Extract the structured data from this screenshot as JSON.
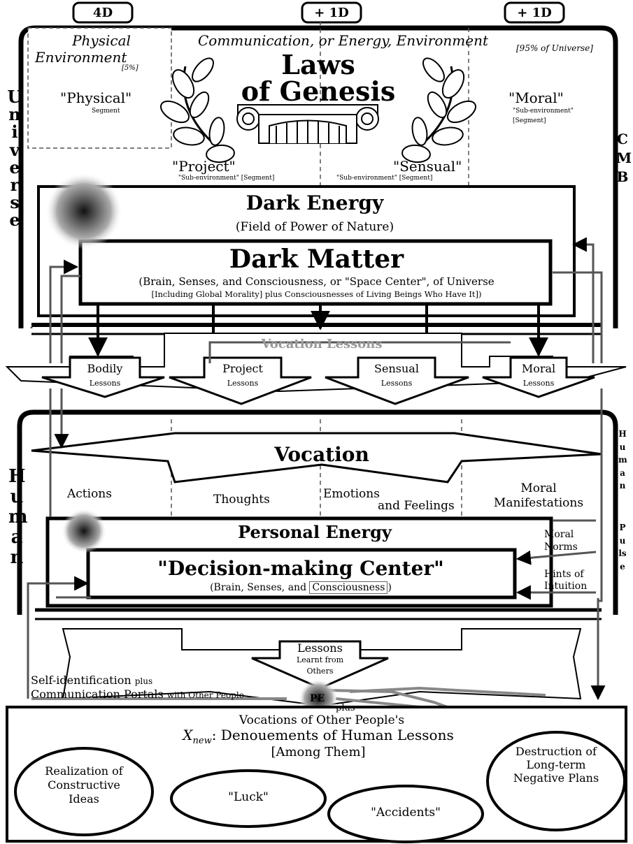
{
  "dimensions": [
    "4D",
    "+ 1D",
    "+ 1D"
  ],
  "physical_env": {
    "line1": "Physical",
    "line2": "Environment",
    "pct": "[5%]"
  },
  "comm_env": {
    "title": "Communication, or Energy, Environment",
    "pct": "[95% of Universe]"
  },
  "laws": {
    "line1": "Laws",
    "line2": "of Genesis"
  },
  "left_vertical": "Universe",
  "right_vertical_top": "CMB",
  "segments": {
    "physical": {
      "name": "\"Physical\"",
      "sub": "Segment"
    },
    "moral": {
      "name": "\"Moral\"",
      "sub1": "\"Sub-environment\"",
      "sub2": "[Segment]"
    },
    "project": {
      "name": "\"Project\"",
      "sub": "\"Sub-environment\" [Segment]"
    },
    "sensual": {
      "name": "\"Sensual\"",
      "sub": "\"Sub-environment\" [Segment]"
    }
  },
  "dark_energy": {
    "title": "Dark Energy",
    "subtitle": "(Field of Power of Nature)"
  },
  "dark_matter": {
    "title": "Dark Matter",
    "line1": "(Brain, Senses, and Consciousness, or \"Space Center\", of Universe",
    "line2": "[Including Global Morality] plus Consciousnesses of Living Beings Who Have It])"
  },
  "vocation_lessons": "Vocation Lessons",
  "lessons": [
    {
      "name": "Bodily",
      "sub": "Lessons"
    },
    {
      "name": "Project",
      "sub": "Lessons"
    },
    {
      "name": "Sensual",
      "sub": "Lessons"
    },
    {
      "name": "Moral",
      "sub": "Lessons"
    }
  ],
  "human_vertical": "Human",
  "pulse_vertical": {
    "top": "Human",
    "bottom": "Pulse"
  },
  "vocation": {
    "title": "Vocation",
    "actions": "Actions",
    "thoughts": "Thoughts",
    "emotions1": "Emotions",
    "emotions2": "and Feelings",
    "moral1": "Moral",
    "moral2": "Manifestations"
  },
  "personal_energy": "Personal Energy",
  "decision": {
    "title": "\"Decision-making Center\"",
    "sub_pre": "(Brain, Senses, and ",
    "sub_box": "Consciousness",
    "sub_post": ")"
  },
  "moral_norms": {
    "line1": "Moral",
    "line2": "Norms"
  },
  "hints": {
    "line1": "Hints of",
    "line2": "Intuition"
  },
  "lessons_learnt": {
    "line1": "Lessons",
    "line2": "Learnt from",
    "line3": "Others"
  },
  "self_id": {
    "line1": "Self-identification",
    "plus1": "plus",
    "line2": "Communication Portals",
    "with": "with Other People"
  },
  "pe": {
    "label": "PE",
    "plus": "plus"
  },
  "other_vocations": "Vocations of Other People's",
  "denouements": {
    "var": "X",
    "sub": "new",
    "title": ": Denouements of Human Lessons",
    "among": "[Among Them]"
  },
  "outcomes": [
    {
      "text": "Realization of Constructive Ideas"
    },
    {
      "text": "\"Luck\""
    },
    {
      "text": "\"Accidents\""
    },
    {
      "text": "Destruction of Long-term Negative Plans"
    }
  ]
}
